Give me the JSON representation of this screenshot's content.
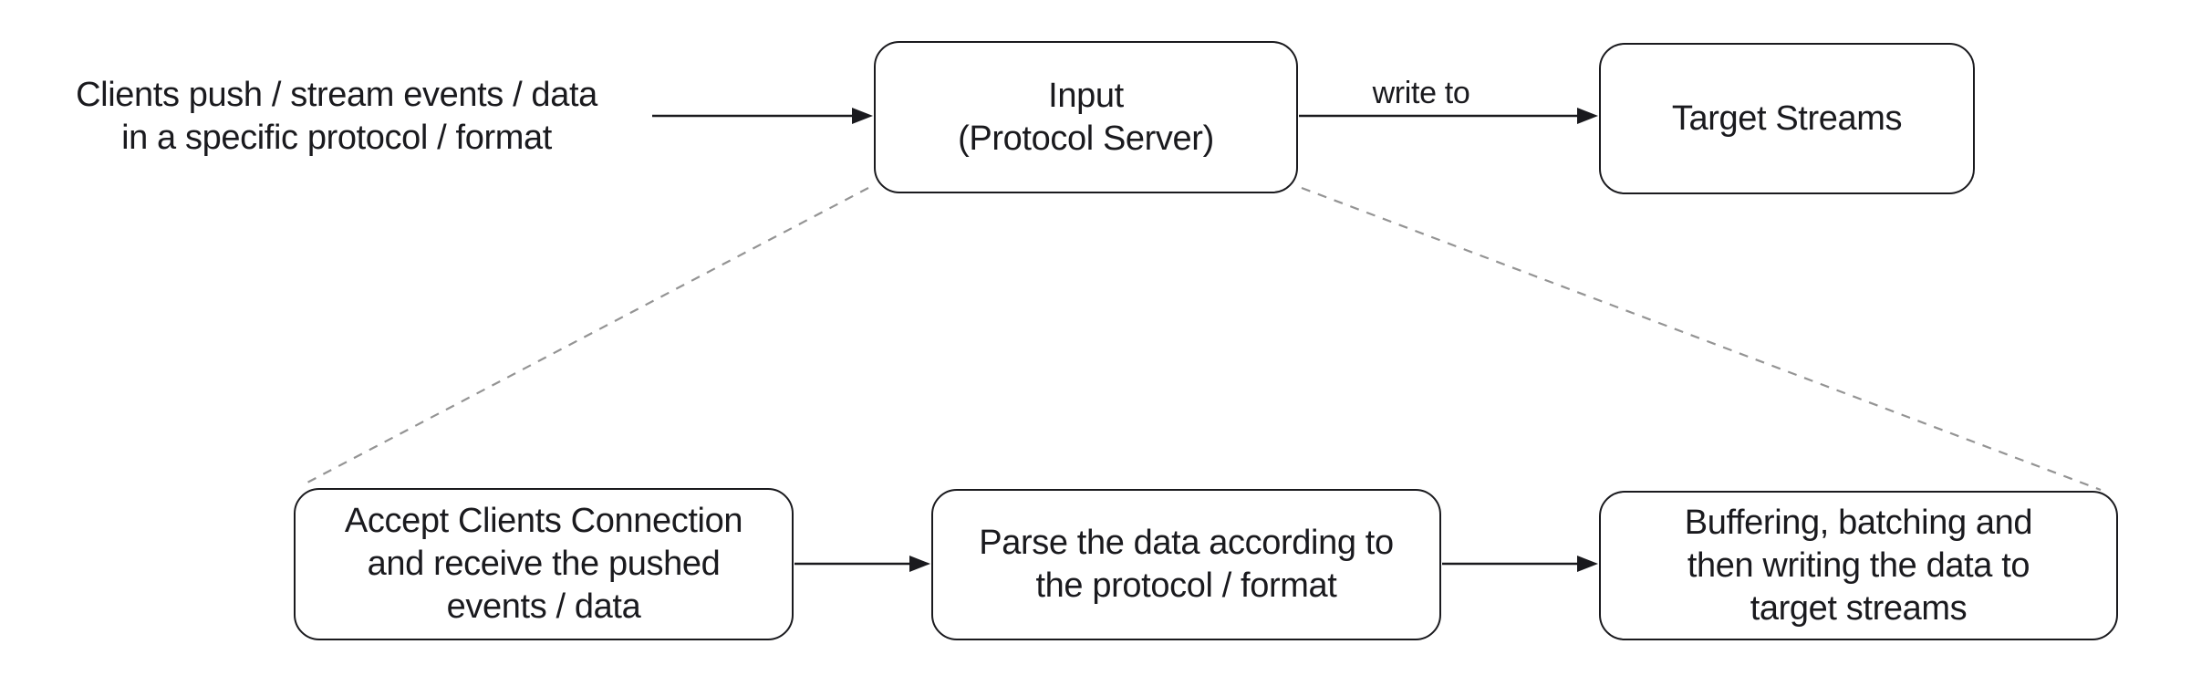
{
  "diagram": {
    "labels": {
      "clients": "Clients push / stream events / data\nin a specific protocol / format",
      "write_to": "write to"
    },
    "nodes": {
      "input": {
        "label": "Input\n(Protocol Server)"
      },
      "target_streams": {
        "label": "Target Streams"
      },
      "step_accept": {
        "label": "Accept Clients Connection\nand receive the pushed\nevents / data"
      },
      "step_parse": {
        "label": "Parse the data according to\nthe protocol / format"
      },
      "step_buffer": {
        "label": "Buffering, batching and\nthen writing the data to\ntarget streams"
      }
    },
    "colors": {
      "stroke": "#1a1a1e",
      "text": "#1a1a1e",
      "dashed_line": "#949494",
      "background": "#ffffff"
    }
  }
}
